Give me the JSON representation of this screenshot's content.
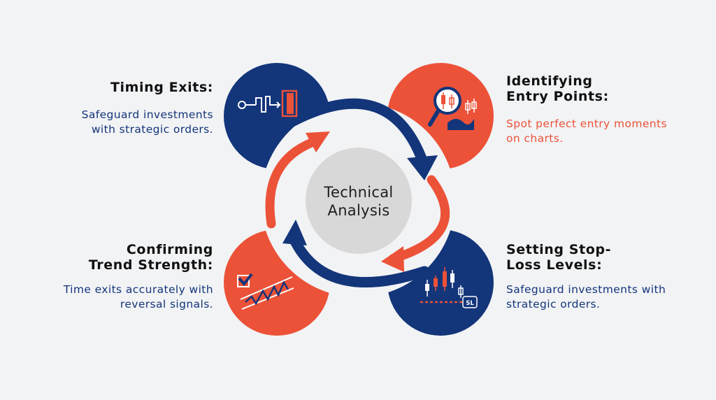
{
  "center": {
    "line1": "Technical",
    "line2": "Analysis"
  },
  "items": [
    {
      "title_line1": "Timing Exits:",
      "desc_line1": "Safeguard investments",
      "desc_line2": "with strategic orders."
    },
    {
      "title_line1": "Identifying",
      "title_line2": "Entry Points:",
      "desc_line1": "Spot perfect entry moments",
      "desc_line2": "on charts."
    },
    {
      "title_line1": "Confirming",
      "title_line2": "Trend Strength:",
      "desc_line1": "Time exits accurately with",
      "desc_line2": "reversal signals."
    },
    {
      "title_line1": "Setting Stop-",
      "title_line2": "Loss Levels:",
      "desc_line1": "Safeguard investments with",
      "desc_line2": "strategic orders."
    }
  ],
  "badge_text": "SL",
  "colors": {
    "navy": "#13357a",
    "orange": "#ec5238",
    "center": "#d9d8d9",
    "background": "#f2f3f5"
  },
  "icons": [
    "door-exit-icon",
    "magnifier-candlestick-icon",
    "checkbox-trend-icon",
    "stop-loss-candles-icon"
  ]
}
